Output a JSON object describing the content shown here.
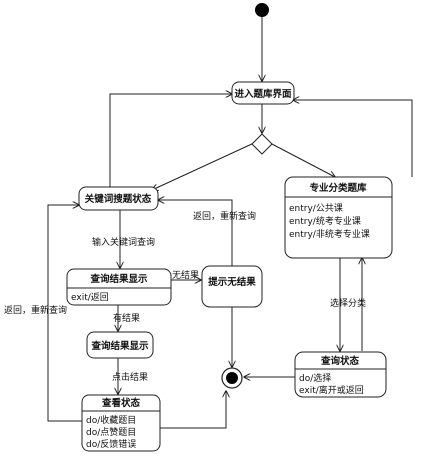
{
  "states": {
    "enter_library": {
      "title": "进入题库界面"
    },
    "keyword_search": {
      "title": "关键词搜题状态"
    },
    "category_library": {
      "title": "专业分类题库",
      "activities": [
        "entry/公共课",
        "entry/统考专业课",
        "entry/非统考专业课"
      ]
    },
    "query_result_display": {
      "title": "查询结果显示",
      "activities": [
        "exit/返回"
      ]
    },
    "prompt_no_result": {
      "title": "提示无结果"
    },
    "query_result_display_2": {
      "title": "查询结果显示"
    },
    "view_state": {
      "title": "查看状态",
      "activities": [
        "do/收藏题目",
        "do/点赞题目",
        "do/反馈错误"
      ]
    },
    "query_state": {
      "title": "查询状态",
      "activities": [
        "do/选择",
        "exit/离开或返回"
      ]
    }
  },
  "transitions": {
    "input_keyword_query": "输入关键词查询",
    "no_result": "无结果",
    "has_result": "有结果",
    "click_result": "点击结果",
    "return_requery_top": "返回，重新查询",
    "return_requery_left": "返回，重新查询",
    "select_category": "选择分类"
  }
}
